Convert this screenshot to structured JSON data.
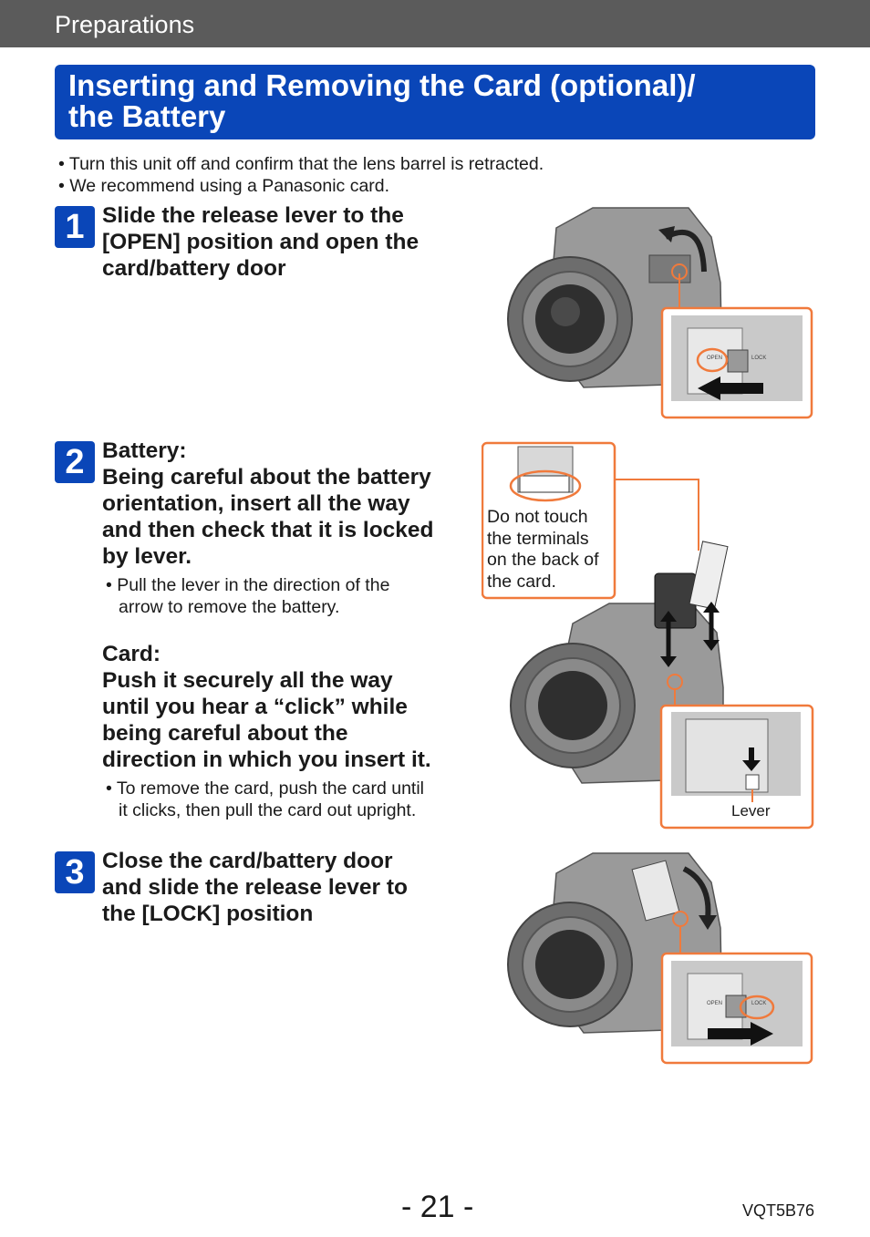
{
  "header": {
    "section": "Preparations"
  },
  "title": {
    "line1": "Inserting and Removing the Card (optional)/",
    "line2": "the Battery"
  },
  "intro": [
    "• Turn this unit off and confirm that the lens barrel is retracted.",
    "• We recommend using a Panasonic card."
  ],
  "steps": [
    {
      "num": "1",
      "lines": [
        "Slide the release lever to the",
        "[OPEN] position and open the",
        "card/battery door"
      ]
    },
    {
      "num": "2",
      "battery_lines": [
        "Battery:",
        "Being careful about the battery",
        "orientation, insert all the way",
        "and then check that it is locked",
        "by lever."
      ],
      "battery_note": [
        "• Pull the lever in the direction of the",
        "arrow to remove the battery."
      ],
      "card_lines": [
        "Card:",
        "Push it securely all the way",
        "until you hear a “click” while",
        "being careful about the",
        "direction in which you insert it."
      ],
      "card_note": [
        "• To remove the card, push the card until",
        "it clicks, then pull the card out upright."
      ]
    },
    {
      "num": "3",
      "lines": [
        "Close the card/battery door",
        "and slide the release lever to",
        "the [LOCK] position"
      ]
    }
  ],
  "illustrations": {
    "callout_lines": [
      "Do not touch",
      "the terminals",
      "on the back of",
      "the card."
    ],
    "lever_label": "Lever",
    "open_label": "OPEN",
    "lock_label": "LOCK"
  },
  "footer": {
    "page": "- 21 -",
    "code": "VQT5B76"
  },
  "colors": {
    "accent": "#0a46b8",
    "header_bg": "#5b5b5b",
    "callout": "#f07a3c"
  }
}
